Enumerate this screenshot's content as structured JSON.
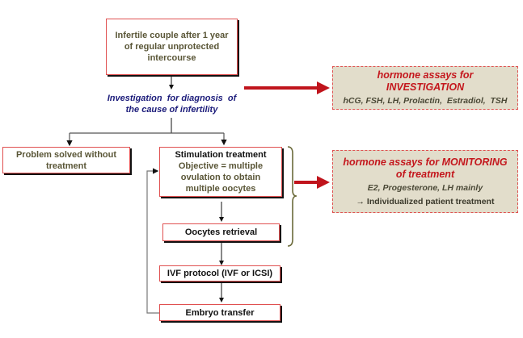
{
  "diagram": {
    "start": {
      "line1": "Infertile couple after 1 year",
      "line2": "of regular unprotected",
      "line3": "intercourse"
    },
    "investigation_label": {
      "line1": "Investigation  for diagnosis  of",
      "line2": "the cause of infertility"
    },
    "problem_solved": {
      "line1": "Problem solved without",
      "line2": "treatment"
    },
    "stimulation": {
      "title": "Stimulation treatment",
      "line1": "Objective = multiple",
      "line2": "ovulation to obtain",
      "line3": "multiple oocytes"
    },
    "oocytes": {
      "label": "Oocytes retrieval"
    },
    "ivf": {
      "label": "IVF protocol (IVF or ICSI)"
    },
    "embryo": {
      "label": "Embryo transfer"
    },
    "assay_investigation": {
      "title_line1": "hormone assays for",
      "title_line2": "INVESTIGATION",
      "hormones": "hCG, FSH, LH, Prolactin,  Estradiol,  TSH"
    },
    "assay_monitoring": {
      "title_line1": "hormone assays for MONITORING",
      "title_line2": "of treatment",
      "hormones": "E2, Progesterone, LH mainly",
      "note": "→ Individualized patient treatment"
    },
    "colors": {
      "box_border": "#e05050",
      "arrow_red": "#c0141c",
      "assay_fill": "#e2ddcb",
      "investigation_text": "#1b1b7a",
      "bracket": "#6b6a3a"
    }
  }
}
